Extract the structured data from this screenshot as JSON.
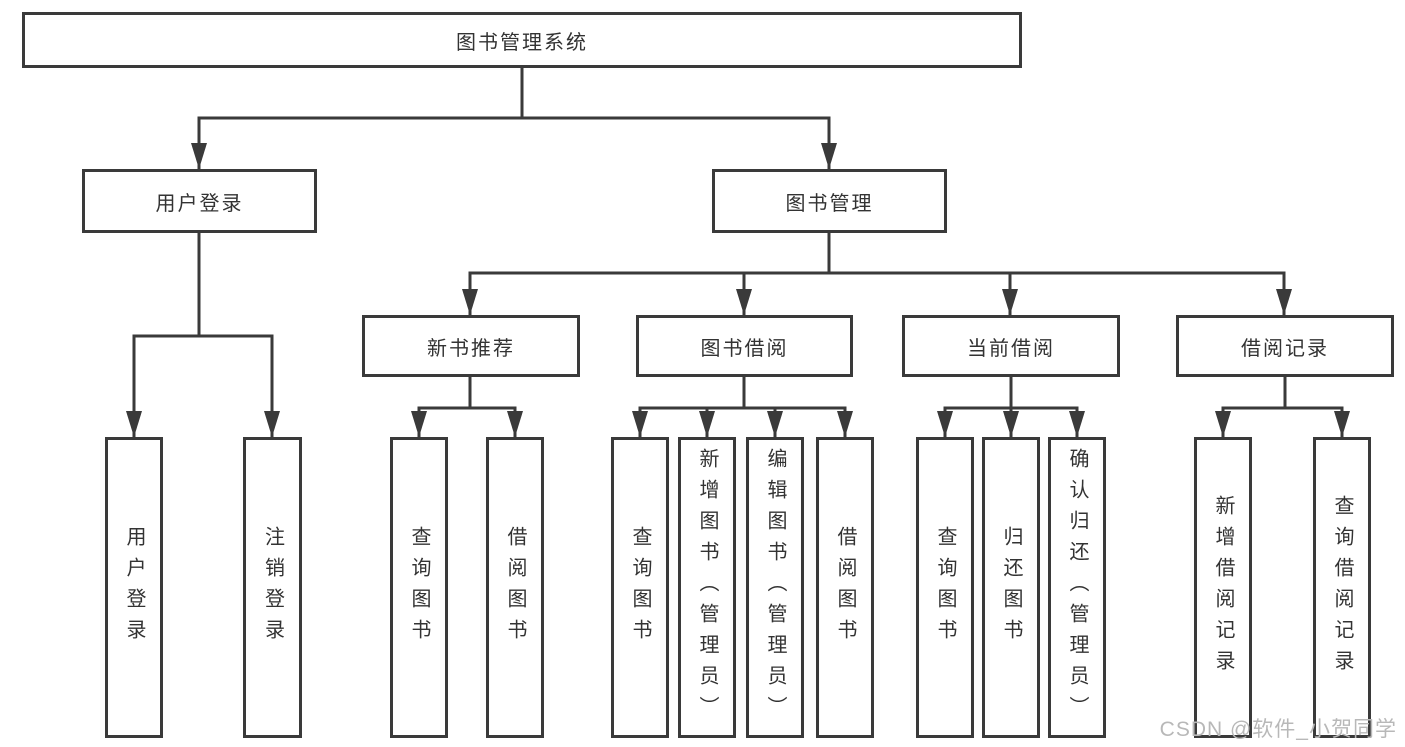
{
  "diagram": {
    "title": "图书管理系统",
    "root": {
      "label": "图书管理系统"
    },
    "level2": [
      {
        "label": "用户登录"
      },
      {
        "label": "图书管理"
      }
    ],
    "level3": [
      {
        "label": "新书推荐",
        "parent": "图书管理"
      },
      {
        "label": "图书借阅",
        "parent": "图书管理"
      },
      {
        "label": "当前借阅",
        "parent": "图书管理"
      },
      {
        "label": "借阅记录",
        "parent": "图书管理"
      }
    ],
    "leaves": [
      {
        "label": "用户登录",
        "parent": "用户登录"
      },
      {
        "label": "注销登录",
        "parent": "用户登录"
      },
      {
        "label": "查询图书",
        "parent": "新书推荐"
      },
      {
        "label": "借阅图书",
        "parent": "新书推荐"
      },
      {
        "label": "查询图书",
        "parent": "图书借阅"
      },
      {
        "label": "新增图书（管理员）",
        "parent": "图书借阅"
      },
      {
        "label": "编辑图书（管理员）",
        "parent": "图书借阅"
      },
      {
        "label": "借阅图书",
        "parent": "图书借阅"
      },
      {
        "label": "查询图书",
        "parent": "当前借阅"
      },
      {
        "label": "归还图书",
        "parent": "当前借阅"
      },
      {
        "label": "确认归还（管理员）",
        "parent": "当前借阅"
      },
      {
        "label": "新增借阅记录",
        "parent": "借阅记录"
      },
      {
        "label": "查询借阅记录",
        "parent": "借阅记录"
      }
    ],
    "watermark": "CSDN @软件_小贺同学",
    "colors": {
      "line": "#3a3a3a",
      "border": "#3a3a3a",
      "text": "#333333",
      "background": "#ffffff",
      "watermark": "#b8b8b8"
    }
  }
}
